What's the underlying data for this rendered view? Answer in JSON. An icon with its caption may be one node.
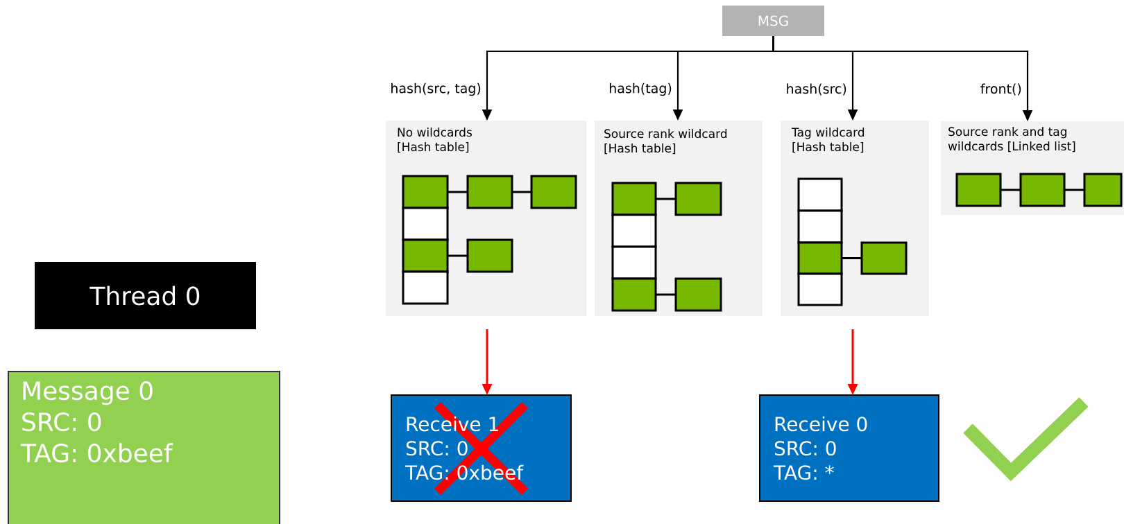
{
  "diagram": {
    "nodes": [
      {
        "text": [
          "MSG"
        ]
      },
      {
        "text": [
          "No wildcards",
          "[Hash table]"
        ]
      },
      {
        "text": [
          "Source rank wildcard",
          "[Hash table]"
        ]
      },
      {
        "text": [
          "Tag wildcard",
          "[Hash table]"
        ]
      },
      {
        "text": [
          "Source rank and tag wildcards [Linked list]"
        ]
      },
      {
        "text": [
          "Receive 1",
          "SRC: 0",
          "TAG: 0xbeef"
        ]
      },
      {
        "text": [
          "Receive 0",
          "SRC: 0",
          "TAG: *"
        ]
      },
      {
        "text": [
          "Thread 0"
        ]
      },
      {
        "text": [
          "Message 0",
          "SRC: 0",
          "TAG: 0xbeef"
        ]
      }
    ],
    "edges": [
      {
        "from": 0,
        "to": 1,
        "arrow": "to",
        "label": "hash(src, tag)"
      },
      {
        "from": 0,
        "to": 2,
        "arrow": "to",
        "label": "hash(tag)"
      },
      {
        "from": 0,
        "to": 3,
        "arrow": "to",
        "label": "hash(src)"
      },
      {
        "from": 0,
        "to": 4,
        "arrow": "to",
        "label": "front()"
      },
      {
        "from": 1,
        "to": 5,
        "arrow": "to",
        "color": "#ff0000"
      },
      {
        "from": 3,
        "to": 6,
        "arrow": "to",
        "color": "#ff0000"
      }
    ]
  }
}
